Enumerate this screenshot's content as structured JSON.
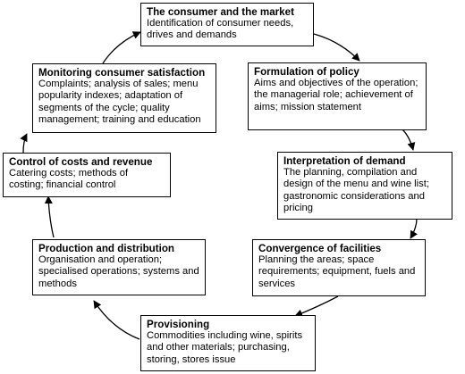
{
  "nodes": [
    {
      "id": "consumer",
      "title": "The consumer and the market",
      "body": "Identification of consumer needs, drives and demands"
    },
    {
      "id": "policy",
      "title": "Formulation of policy",
      "body": "Aims and objectives of the operation; the managerial role; achievement of aims; mission statement"
    },
    {
      "id": "demand",
      "title": "Interpretation of demand",
      "body": "The planning, compilation and design of the menu and wine list; gastronomic considerations and pricing"
    },
    {
      "id": "facilities",
      "title": "Convergence of facilities",
      "body": "Planning the areas; space requirements; equipment, fuels and services"
    },
    {
      "id": "provisioning",
      "title": "Provisioning",
      "body": "Commodities including wine, spirits and other materials; purchasing, storing, stores issue"
    },
    {
      "id": "production",
      "title": "Production and distribution",
      "body": "Organisation and operation; specialised operations; systems and methods"
    },
    {
      "id": "control",
      "title": "Control of costs and revenue",
      "body": "Catering costs; methods of costing; financial control"
    },
    {
      "id": "monitoring",
      "title": "Monitoring consumer satisfaction",
      "body": "Complaints; analysis of sales; menu popularity indexes; adaptation of segments of the cycle; quality management; training and education"
    }
  ],
  "edges": [
    {
      "from": "consumer",
      "to": "policy"
    },
    {
      "from": "policy",
      "to": "demand"
    },
    {
      "from": "demand",
      "to": "facilities"
    },
    {
      "from": "facilities",
      "to": "provisioning"
    },
    {
      "from": "provisioning",
      "to": "production"
    },
    {
      "from": "production",
      "to": "control"
    },
    {
      "from": "control",
      "to": "monitoring"
    },
    {
      "from": "monitoring",
      "to": "consumer"
    }
  ]
}
